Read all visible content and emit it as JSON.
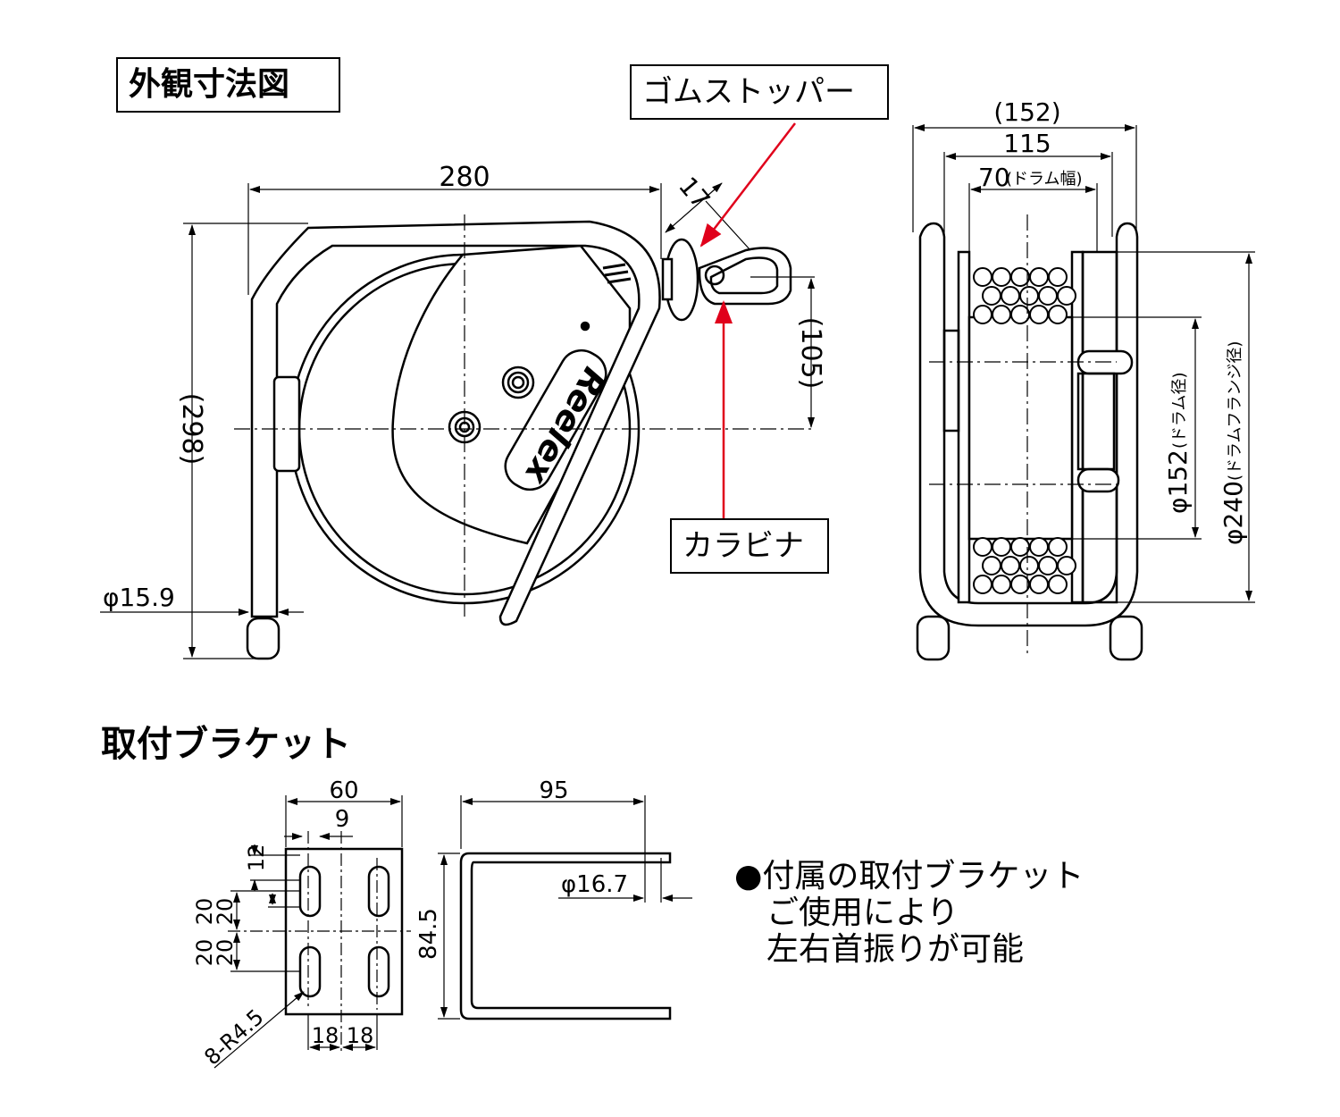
{
  "titles": {
    "external": "外観寸法図",
    "bracket": "取付ブラケット"
  },
  "callouts": {
    "rubber_stopper": "ゴムストッパー",
    "carabiner": "カラビナ"
  },
  "brand": "Reelex",
  "front_view": {
    "width": "280",
    "height": "(298)",
    "stopper_angle": "17",
    "center_to_carabiner": "(105)",
    "pipe_diameter": "φ15.9"
  },
  "side_view": {
    "overall_width": "(152)",
    "frame_width": "115",
    "drum_width": "70",
    "drum_width_note": "(ドラム幅)",
    "drum_diameter": "φ152",
    "drum_diameter_note": "(ドラム径)",
    "flange_diameter": "φ240",
    "flange_diameter_note": "(ドラムフランジ径)"
  },
  "bracket": {
    "width": "60",
    "slot_offset": "9",
    "slot_length": "12",
    "v1": "20",
    "v2": "20",
    "v3": "20",
    "v4": "20",
    "h1": "18",
    "h2": "18",
    "holes": "8-R4.5",
    "side_width": "95",
    "side_height": "84.5",
    "pipe_diameter": "φ16.7"
  },
  "note_lines": [
    "●付属の取付ブラケット",
    "　ご使用により",
    "　左右首振りが可能"
  ],
  "colors": {
    "line": "#000000",
    "callout_arrow": "#e0001b"
  }
}
